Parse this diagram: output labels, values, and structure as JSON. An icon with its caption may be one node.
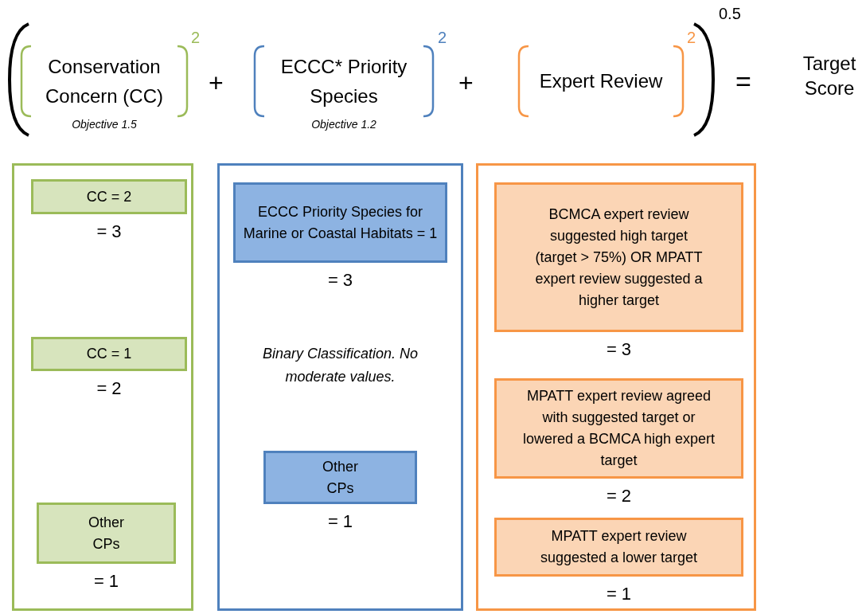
{
  "diagram": {
    "nodes": [
      {
        "text": [
          "Conservation Concern (CC)"
        ],
        "beside": [
          "Objective 1.5"
        ]
      },
      {
        "text": [
          "ECCC* Priority Species"
        ],
        "beside": [
          "Objective 1.2"
        ]
      },
      {
        "text": [
          "Expert Review"
        ]
      },
      {
        "text": [],
        "shape": "box"
      },
      {
        "text": [
          "CC = 2"
        ],
        "in": 3,
        "beside": [
          "= 3"
        ]
      },
      {
        "text": [
          "CC = 1"
        ],
        "in": 3,
        "beside": [
          "= 2"
        ]
      },
      {
        "text": [
          "Other CPs"
        ],
        "in": 3,
        "beside": [
          "= 1"
        ]
      },
      {
        "text": [
          "Binary Classification. No moderate values."
        ]
      },
      {
        "text": [
          "ECCC Priority Species for Marine or Coastal Habitats = 1"
        ],
        "in": 7,
        "beside": [
          "= 3"
        ]
      },
      {
        "text": [
          "Other CPs"
        ],
        "in": 7,
        "beside": [
          "= 1"
        ]
      },
      {
        "text": [],
        "shape": "box"
      },
      {
        "text": [
          "BCMCA expert review suggested high target (target > 75%) OR MPATT expert review suggested a higher target"
        ],
        "in": 10,
        "beside": [
          "= 3"
        ]
      },
      {
        "text": [
          "MPATT expert review agreed with suggested target or lowered a BCMCA high expert target"
        ],
        "in": 10,
        "beside": [
          "= 2"
        ]
      },
      {
        "text": [
          "MPATT expert review suggested a lower target"
        ],
        "in": 10,
        "beside": [
          "= 1"
        ]
      }
    ],
    "labels": [
      "2",
      "+",
      "2",
      "+",
      "2",
      "0.5",
      "=",
      "Target Score"
    ]
  }
}
